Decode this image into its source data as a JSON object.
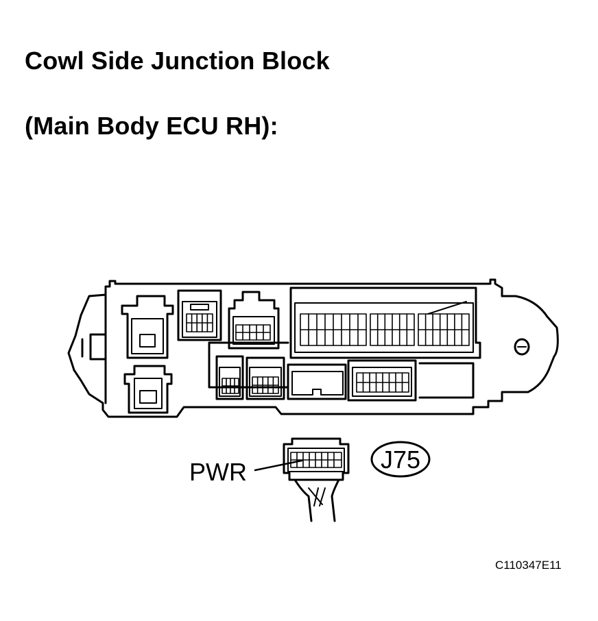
{
  "title_line1": "Cowl Side Junction Block",
  "title_line2": "(Main Body ECU RH):",
  "callout_label": "PWR",
  "connector_id": "J75",
  "figure_code": "C110347E11"
}
